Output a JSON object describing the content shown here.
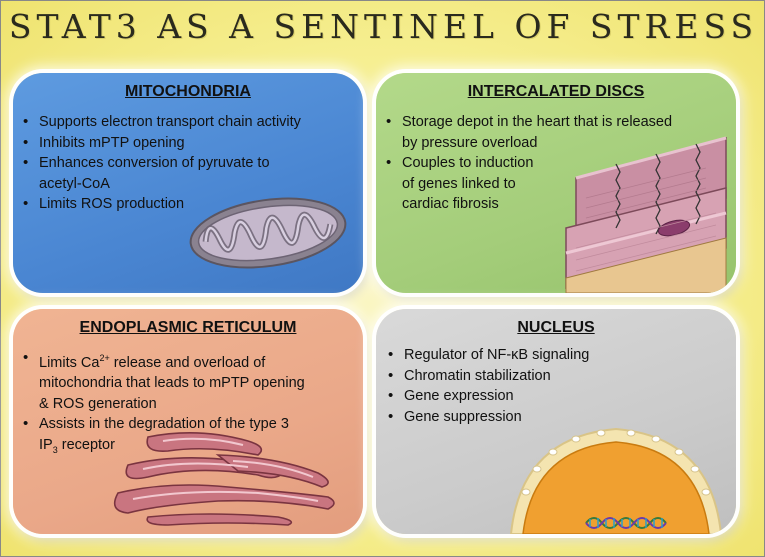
{
  "title": "STAT3 AS A SENTINEL OF STRESS",
  "panels": {
    "mitochondria": {
      "heading": "MITOCHONDRIA",
      "bullets": [
        "Supports electron transport chain activity",
        "Inhibits mPTP opening",
        "Enhances conversion of pyruvate to",
        "acetyl-CoA",
        "Limits ROS production"
      ],
      "color": "#4a86d2"
    },
    "intercalated_discs": {
      "heading": "INTERCALATED DISCS",
      "bullets": [
        "Storage depot in the heart that is released by pressure overload",
        "Couples to induction of genes linked to cardiac fibrosis"
      ],
      "bullet_lines": {
        "b1_l1": "Storage depot in the heart that is released",
        "b1_l2": "by pressure overload",
        "b2_l1": "Couples to induction",
        "b2_l2": "of genes linked to",
        "b2_l3": "cardiac fibrosis"
      },
      "color": "#a4cd7a"
    },
    "endoplasmic_reticulum": {
      "heading": "ENDOPLASMIC RETICULUM",
      "bullet_lines": {
        "b1_l1_pre": "Limits Ca",
        "b1_l1_sup": "2+",
        "b1_l1_post": " release and overload of",
        "b1_l2": "mitochondria that leads to mPTP opening",
        "b1_l3": "& ROS generation",
        "b2_l1": "Assists in the degradation of the type 3",
        "b2_l2_pre": "IP",
        "b2_l2_sub": "3",
        "b2_l2_post": " receptor"
      },
      "color": "#eaa889"
    },
    "nucleus": {
      "heading": "NUCLEUS",
      "bullets": [
        "Regulator of NF-κB signaling",
        "Chromatin stabilization",
        "Gene expression",
        "Gene suppression"
      ],
      "color": "#cbcbcb"
    }
  },
  "icons": [
    "mitochondrion-icon",
    "cardiac-muscle-fibers-icon",
    "endoplasmic-reticulum-icon",
    "nucleus-icon"
  ]
}
